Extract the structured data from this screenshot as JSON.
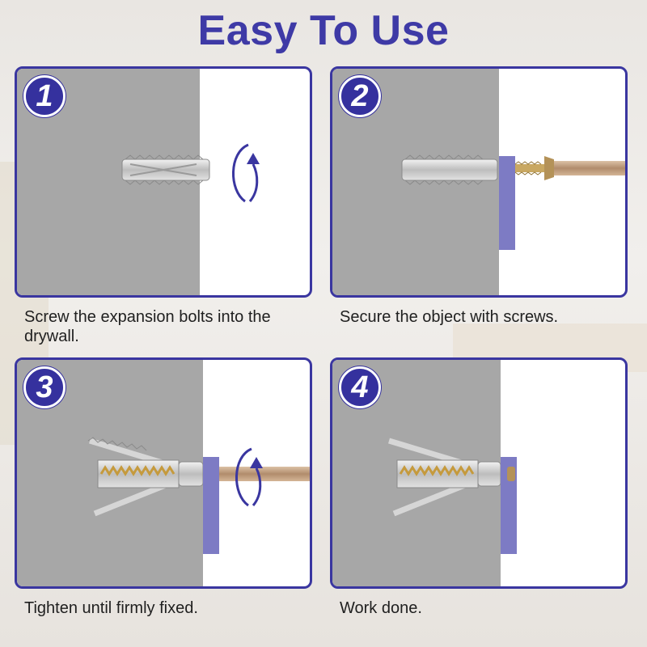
{
  "title": "Easy To Use",
  "colors": {
    "accent": "#3a36a0",
    "wall": "#a7a7a7",
    "plate": "#7d7bc4"
  },
  "steps": [
    {
      "number": "1",
      "caption": "Screw the expansion bolts into the drywall."
    },
    {
      "number": "2",
      "caption": "Secure the object with screws."
    },
    {
      "number": "3",
      "caption": "Tighten until firmly fixed."
    },
    {
      "number": "4",
      "caption": "Work done."
    }
  ]
}
